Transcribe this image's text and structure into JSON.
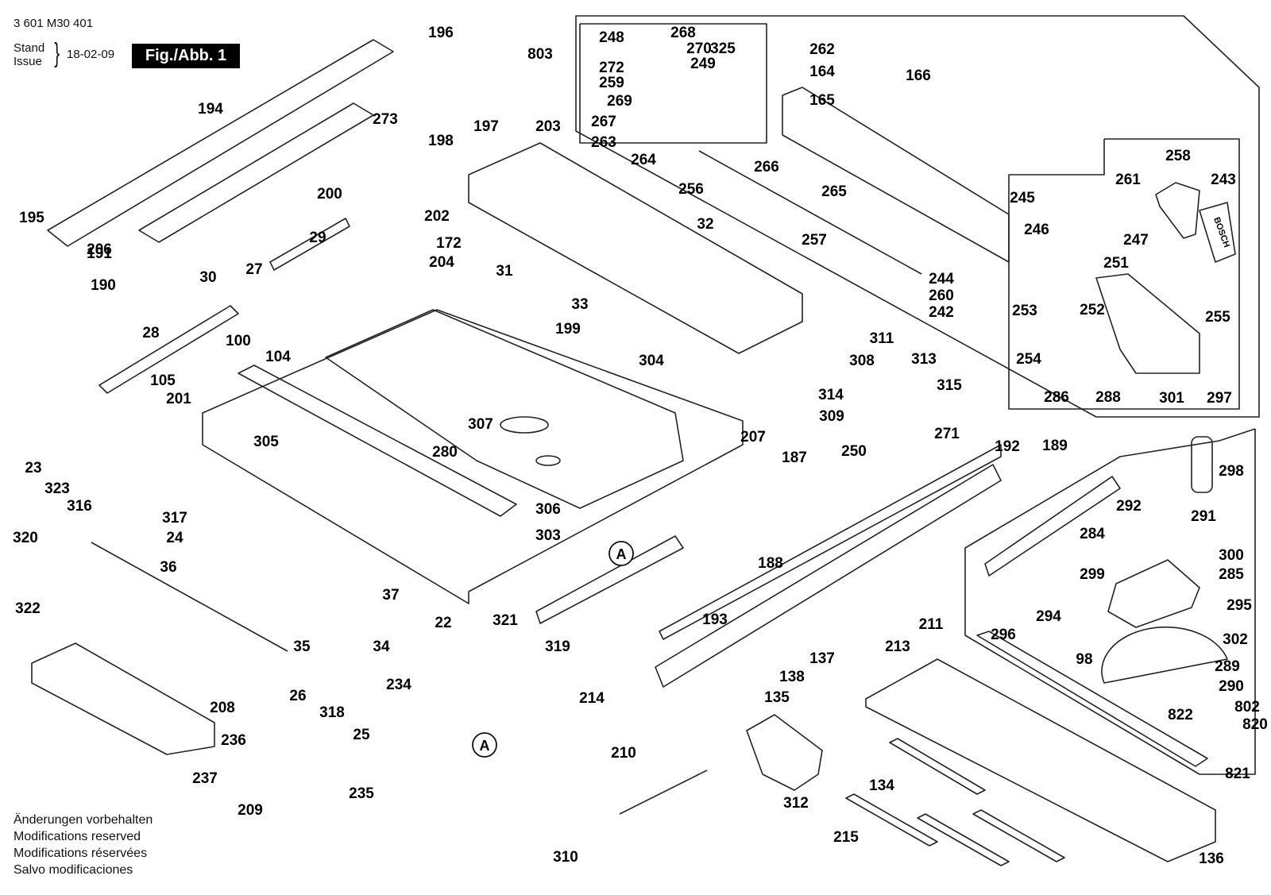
{
  "header": {
    "doc_number": "3 601 M30 401",
    "stand_label": "Stand",
    "issue_label": "Issue",
    "issue_date": "18-02-09",
    "figure_label": "Fig./Abb. 1"
  },
  "notes": [
    "Änderungen vorbehalten",
    "Modifications reserved",
    "Modifications réservées",
    "Salvo modificaciones"
  ],
  "brand_text": "BOSCH",
  "detail_marker": "A",
  "assembly_groups": [
    "802",
    "822",
    "820",
    "821",
    "803"
  ],
  "part_numbers": [
    "196",
    "194",
    "273",
    "195",
    "191",
    "190",
    "30",
    "29",
    "27",
    "28",
    "206",
    "100",
    "104",
    "105",
    "201",
    "200",
    "202",
    "198",
    "197",
    "203",
    "172",
    "204",
    "31",
    "32",
    "33",
    "199",
    "304",
    "305",
    "280",
    "307",
    "306",
    "303",
    "22",
    "23",
    "323",
    "316",
    "317",
    "24",
    "320",
    "322",
    "36",
    "37",
    "35",
    "34",
    "321",
    "319",
    "26",
    "318",
    "25",
    "234",
    "235",
    "236",
    "237",
    "208",
    "209",
    "207",
    "187",
    "188",
    "193",
    "192",
    "189",
    "214",
    "210",
    "213",
    "211",
    "215",
    "134",
    "136",
    "137",
    "138",
    "135",
    "312",
    "310",
    "311",
    "308",
    "313",
    "314",
    "315",
    "309",
    "250",
    "271",
    "248",
    "268",
    "270",
    "325",
    "272",
    "249",
    "259",
    "269",
    "267",
    "263",
    "264",
    "262",
    "164",
    "165",
    "166",
    "266",
    "265",
    "256",
    "257",
    "258",
    "243",
    "261",
    "247",
    "245",
    "246",
    "244",
    "260",
    "242",
    "253",
    "252",
    "251",
    "255",
    "254",
    "286",
    "288",
    "301",
    "297",
    "298",
    "291",
    "292",
    "284",
    "299",
    "300",
    "285",
    "294",
    "295",
    "302",
    "296",
    "289",
    "98",
    "290"
  ]
}
